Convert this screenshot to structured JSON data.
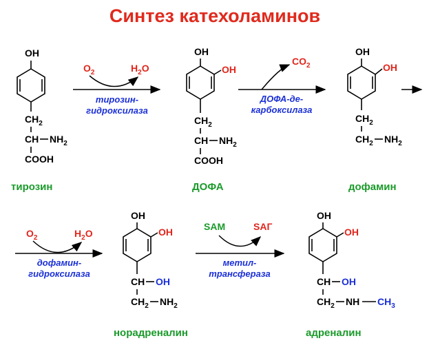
{
  "title": "Синтез катехоламинов",
  "compounds": {
    "tyrosine": "тирозин",
    "dopa": "ДОФА",
    "dopamine": "дофамин",
    "noradrenaline": "норадреналин",
    "adrenaline": "адреналин"
  },
  "enzymes": {
    "tyrosine_hydroxylase_1": "тирозин-",
    "tyrosine_hydroxylase_2": "гидроксилаза",
    "dopa_decarboxylase_1": "ДОФА-де-",
    "dopa_decarboxylase_2": "карбоксилаза",
    "dopamine_hydroxylase_1": "дофамин-",
    "dopamine_hydroxylase_2": "гидроксилаза",
    "methyltransferase_1": "метил-",
    "methyltransferase_2": "трансфераза"
  },
  "cofactors": {
    "o2": "O",
    "h2o": "H",
    "co2": "CO",
    "sam": "SAM",
    "sag": "SAГ",
    "sub2": "2",
    "o_suffix": "O"
  },
  "groups": {
    "oh": "OH",
    "ch2": "CH",
    "ch": "CH",
    "nh2": "NH",
    "nh": "NH",
    "ch3": "CH",
    "cooh": "COOH",
    "sub2": "2",
    "sub3": "3"
  },
  "colors": {
    "title": "#e02a1d",
    "compound_names": "#1a9a2a",
    "enzymes": "#1a2fd6",
    "cofactor_red": "#e0261c",
    "cofactor_green": "#1a9a2a"
  }
}
